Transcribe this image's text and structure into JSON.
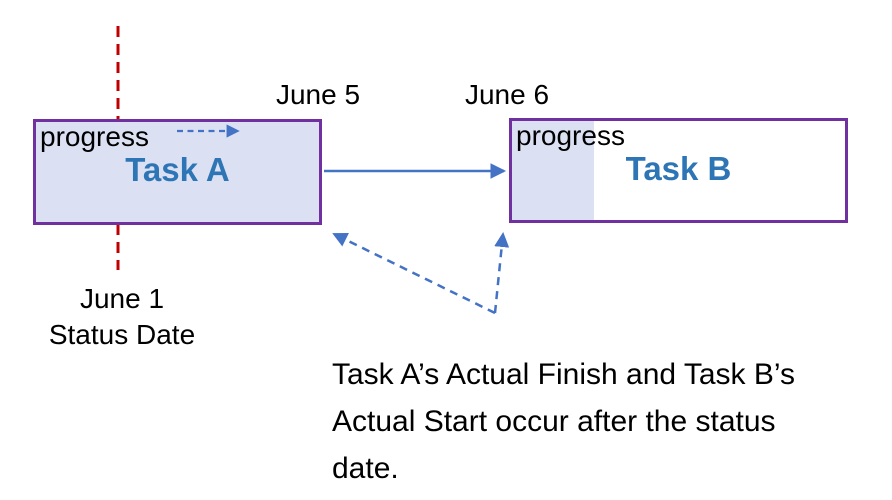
{
  "diagram": {
    "status_date": {
      "date": "June 1",
      "label": "Status Date"
    },
    "task_a": {
      "title": "Task A",
      "finish_date": "June 5",
      "progress_label": "progress"
    },
    "task_b": {
      "title": "Task B",
      "start_date": "June 6",
      "progress_label": "progress"
    },
    "caption_lines": [
      "Task A’s Actual Finish and Task B’s",
      "Actual Start occur after the status",
      "date."
    ],
    "colors": {
      "task_border": "#7030A0",
      "task_fill": "#DBE1F3",
      "title_text": "#2E75B6",
      "arrow": "#4472C4",
      "status_line": "#C00000",
      "text": "#000000",
      "bg": "#FFFFFF"
    }
  }
}
